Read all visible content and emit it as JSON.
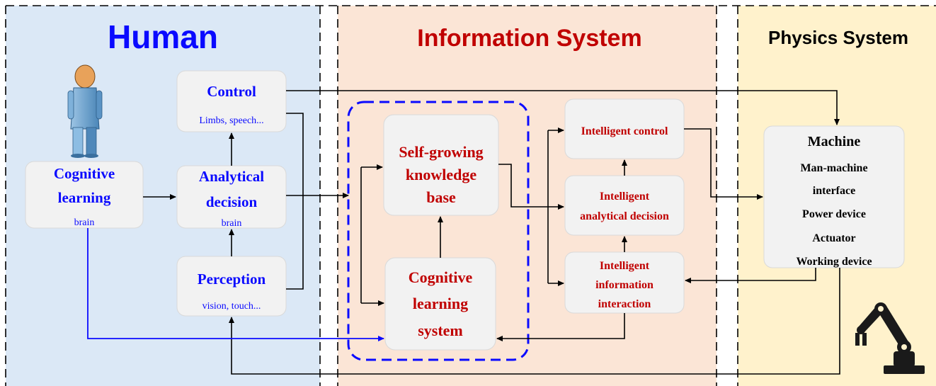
{
  "regions": {
    "human": {
      "title": "Human",
      "color": "#0a0aff",
      "fill": "#dbe8f6"
    },
    "information": {
      "title": "Information System",
      "color": "#c00000",
      "fill": "#fbe5d6"
    },
    "physics": {
      "title": "Physics System",
      "color": "#000000",
      "fill": "#fff2cc"
    }
  },
  "human": {
    "control": {
      "title": "Control",
      "sub": "Limbs, speech..."
    },
    "cognitive": {
      "line1": "Cognitive",
      "line2": "learning",
      "sub": "brain"
    },
    "analytical": {
      "line1": "Analytical",
      "line2": "decision",
      "sub": "brain"
    },
    "perception": {
      "title": "Perception",
      "sub": "vision, touch..."
    }
  },
  "information": {
    "kb": {
      "line1": "Self-growing",
      "line2": "knowledge",
      "line3": "base"
    },
    "cls": {
      "line1": "Cognitive",
      "line2": "learning",
      "line3": "system"
    },
    "ic": {
      "title": "Intelligent control"
    },
    "iad": {
      "line1": "Intelligent",
      "line2": "analytical decision"
    },
    "iii": {
      "line1": "Intelligent",
      "line2": "information",
      "line3": "interaction"
    }
  },
  "physics": {
    "machine": {
      "title": "Machine",
      "items": [
        "Man-machine",
        "interface",
        "Power device",
        "Actuator",
        "Working device"
      ]
    }
  },
  "colors": {
    "human_text": "#0a0aff",
    "info_text": "#c00000",
    "box_fill": "#f2f2f2",
    "box_stroke": "#d9d9d9",
    "blue_line": "#0a0aff"
  },
  "icons": [
    "person-icon",
    "robot-arm-icon"
  ]
}
